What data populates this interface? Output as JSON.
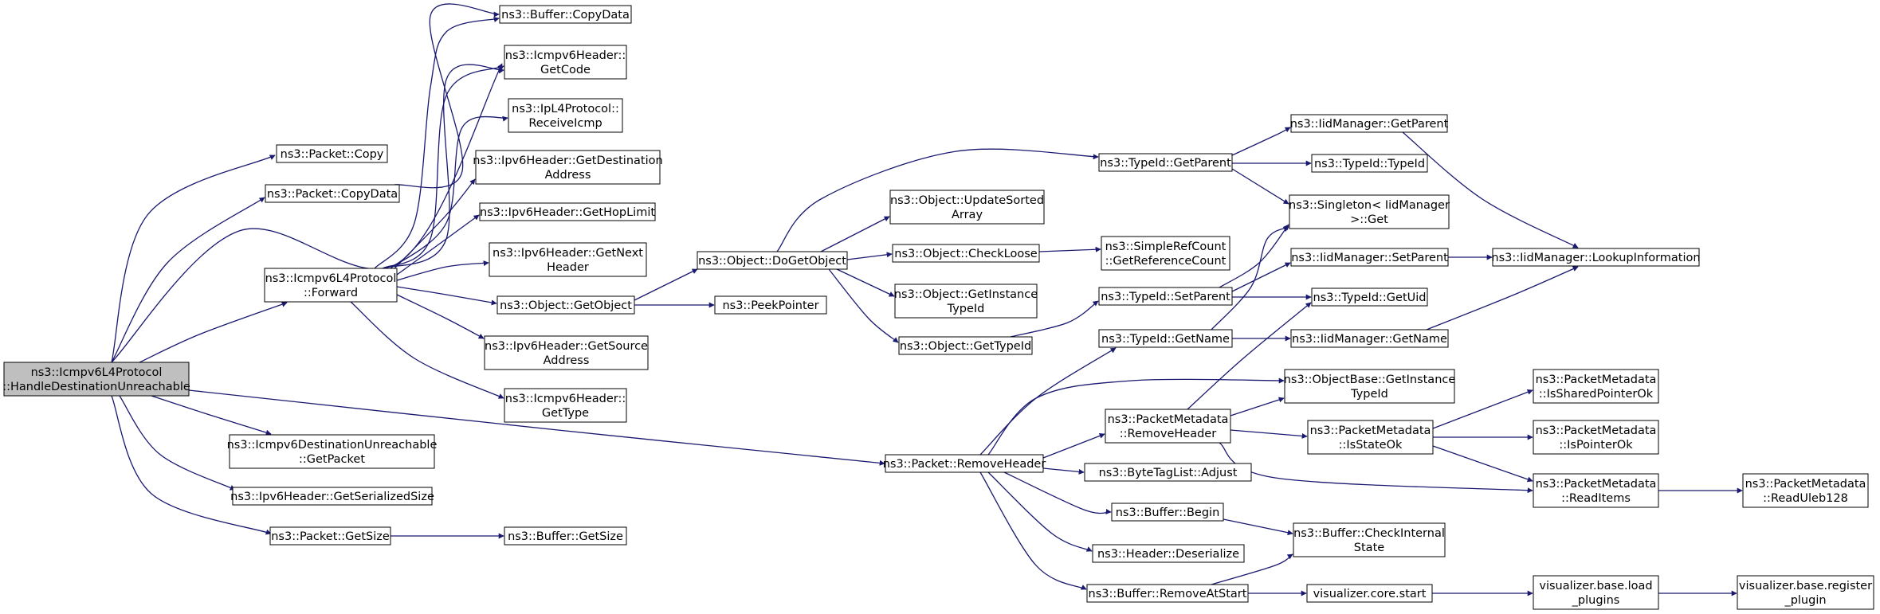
{
  "colors": {
    "node_fill": "#ffffff",
    "node_border": "#000000",
    "root_fill": "#bfbfbf",
    "edge": "#191970"
  },
  "nodes": {
    "root": {
      "lines": [
        "ns3::Icmpv6L4Protocol",
        "::HandleDestinationUnreachable"
      ]
    },
    "packet_copy": {
      "lines": [
        "ns3::Packet::Copy"
      ]
    },
    "packet_copydata": {
      "lines": [
        "ns3::Packet::CopyData"
      ]
    },
    "forward": {
      "lines": [
        "ns3::Icmpv6L4Protocol",
        "::Forward"
      ]
    },
    "du_getpacket": {
      "lines": [
        "ns3::Icmpv6DestinationUnreachable",
        "::GetPacket"
      ]
    },
    "ipv6_getserializedsize": {
      "lines": [
        "ns3::Ipv6Header::GetSerializedSize"
      ]
    },
    "packet_getsize": {
      "lines": [
        "ns3::Packet::GetSize"
      ]
    },
    "buffer_copydata": {
      "lines": [
        "ns3::Buffer::CopyData"
      ]
    },
    "icmp_getcode": {
      "lines": [
        "ns3::Icmpv6Header::",
        "GetCode"
      ]
    },
    "ipl4_receiveicmp": {
      "lines": [
        "ns3::IpL4Protocol::",
        "ReceiveIcmp"
      ]
    },
    "ipv6_getdest": {
      "lines": [
        "ns3::Ipv6Header::GetDestination",
        "Address"
      ]
    },
    "ipv6_gethoplimit": {
      "lines": [
        "ns3::Ipv6Header::GetHopLimit"
      ]
    },
    "ipv6_getnext": {
      "lines": [
        "ns3::Ipv6Header::GetNext",
        "Header"
      ]
    },
    "object_getobject": {
      "lines": [
        "ns3::Object::GetObject"
      ]
    },
    "ipv6_getsource": {
      "lines": [
        "ns3::Ipv6Header::GetSource",
        "Address"
      ]
    },
    "icmp_gettype": {
      "lines": [
        "ns3::Icmpv6Header::",
        "GetType"
      ]
    },
    "buffer_getsize": {
      "lines": [
        "ns3::Buffer::GetSize"
      ]
    },
    "object_dogetobject": {
      "lines": [
        "ns3::Object::DoGetObject"
      ]
    },
    "peekpointer": {
      "lines": [
        "ns3::PeekPointer"
      ]
    },
    "object_updatesorted": {
      "lines": [
        "ns3::Object::UpdateSorted",
        "Array"
      ]
    },
    "object_checkloose": {
      "lines": [
        "ns3::Object::CheckLoose"
      ]
    },
    "object_getinstancetypeid": {
      "lines": [
        "ns3::Object::GetInstance",
        "TypeId"
      ]
    },
    "object_gettypeid": {
      "lines": [
        "ns3::Object::GetTypeId"
      ]
    },
    "simplerefcount": {
      "lines": [
        "ns3::SimpleRefCount",
        "::GetReferenceCount"
      ]
    },
    "typeid_getparent": {
      "lines": [
        "ns3::TypeId::GetParent"
      ]
    },
    "typeid_setparent": {
      "lines": [
        "ns3::TypeId::SetParent"
      ]
    },
    "typeid_getname": {
      "lines": [
        "ns3::TypeId::GetName"
      ]
    },
    "iid_getparent": {
      "lines": [
        "ns3::IidManager::GetParent"
      ]
    },
    "typeid_typeid": {
      "lines": [
        "ns3::TypeId::TypeId"
      ]
    },
    "singleton_get": {
      "lines": [
        "ns3::Singleton< IidManager",
        ">::Get"
      ]
    },
    "iid_setparent": {
      "lines": [
        "ns3::IidManager::SetParent"
      ]
    },
    "typeid_getuid": {
      "lines": [
        "ns3::TypeId::GetUid"
      ]
    },
    "iid_getname": {
      "lines": [
        "ns3::IidManager::GetName"
      ]
    },
    "iid_lookup": {
      "lines": [
        "ns3::IidManager::LookupInformation"
      ]
    },
    "packet_removeheader": {
      "lines": [
        "ns3::Packet::RemoveHeader"
      ]
    },
    "pm_removeheader": {
      "lines": [
        "ns3::PacketMetadata",
        "::RemoveHeader"
      ]
    },
    "bytetaglist_adjust": {
      "lines": [
        "ns3::ByteTagList::Adjust"
      ]
    },
    "buffer_begin": {
      "lines": [
        "ns3::Buffer::Begin"
      ]
    },
    "header_deserialize": {
      "lines": [
        "ns3::Header::Deserialize"
      ]
    },
    "buffer_removeatstart": {
      "lines": [
        "ns3::Buffer::RemoveAtStart"
      ]
    },
    "objectbase_getinstancetypeid": {
      "lines": [
        "ns3::ObjectBase::GetInstance",
        "TypeId"
      ]
    },
    "pm_isstateok": {
      "lines": [
        "ns3::PacketMetadata",
        "::IsStateOk"
      ]
    },
    "buffer_checkinternal": {
      "lines": [
        "ns3::Buffer::CheckInternal",
        "State"
      ]
    },
    "viz_core_start": {
      "lines": [
        "visualizer.core.start"
      ]
    },
    "pm_issharedpointerok": {
      "lines": [
        "ns3::PacketMetadata",
        "::IsSharedPointerOk"
      ]
    },
    "pm_ispointerok": {
      "lines": [
        "ns3::PacketMetadata",
        "::IsPointerOk"
      ]
    },
    "pm_readitems": {
      "lines": [
        "ns3::PacketMetadata",
        "::ReadItems"
      ]
    },
    "pm_readuleb128": {
      "lines": [
        "ns3::PacketMetadata",
        "::ReadUleb128"
      ]
    },
    "viz_load_plugins": {
      "lines": [
        "visualizer.base.load",
        "_plugins"
      ]
    },
    "viz_register_plugin": {
      "lines": [
        "visualizer.base.register",
        "_plugin"
      ]
    }
  }
}
